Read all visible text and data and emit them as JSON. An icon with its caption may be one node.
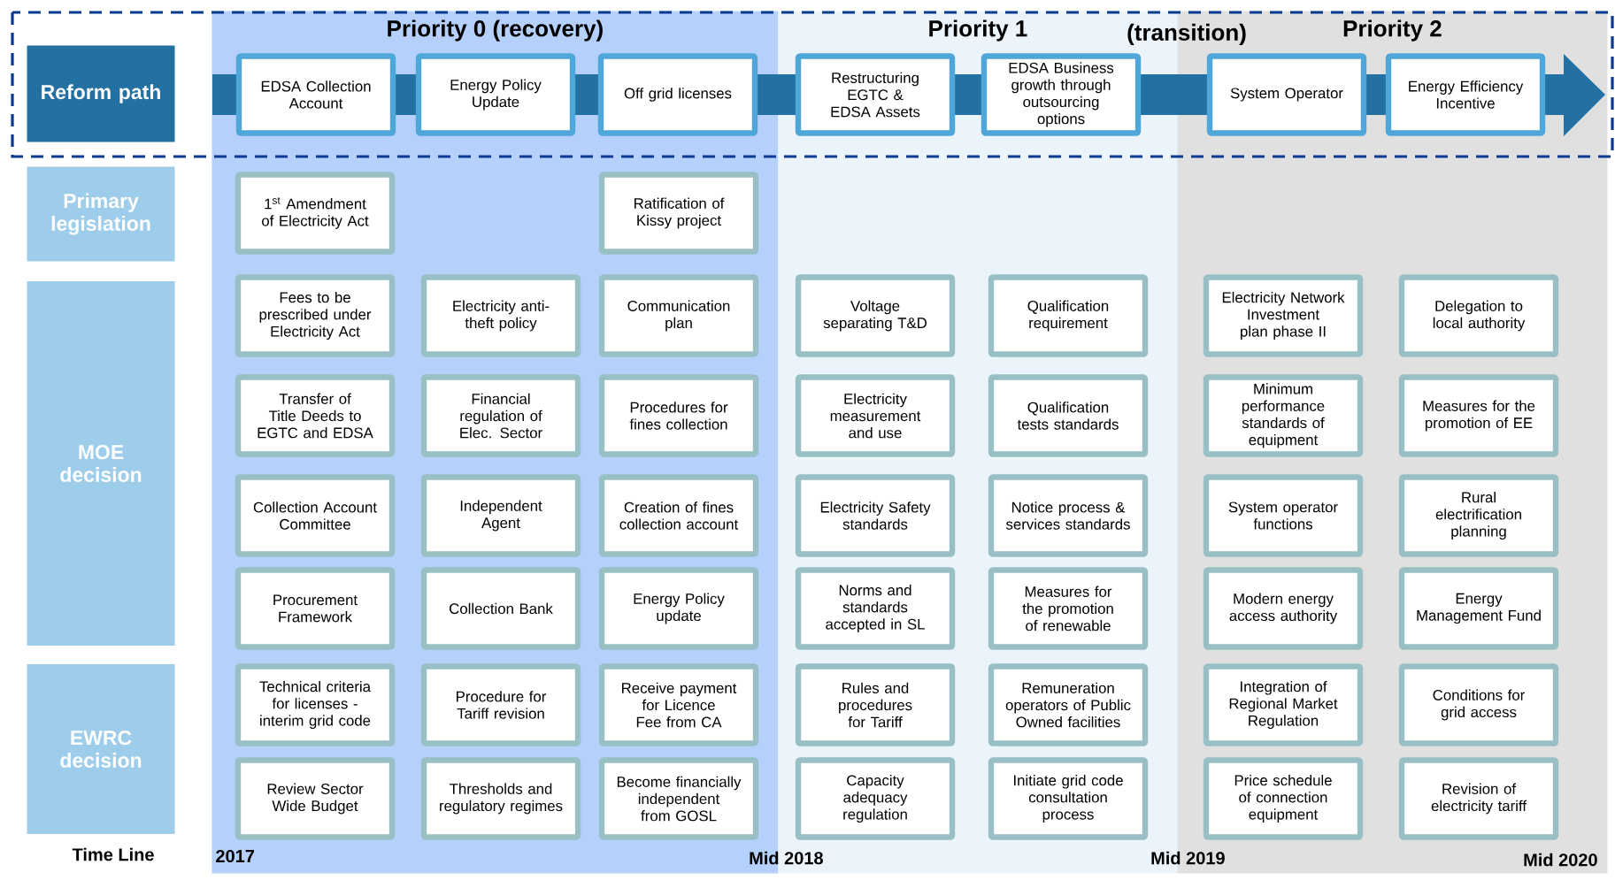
{
  "diagram": {
    "nodes": [
      {
        "text": [
          "Priority 0 (recovery)"
        ]
      },
      {
        "text": [
          "Priority 1"
        ]
      },
      {
        "text": [
          "Priority 2"
        ]
      },
      {
        "text": [
          "Reform path"
        ]
      },
      {
        "text": [
          "Primary legislation"
        ]
      },
      {
        "text": [
          "MOE decision"
        ]
      },
      {
        "text": [
          "EWRC decision"
        ]
      },
      {
        "text": [
          "EDSA Collection Account"
        ],
        "in": 0
      },
      {
        "text": [
          "Energy Policy Update"
        ],
        "in": 0
      },
      {
        "text": [
          "Off grid licenses"
        ],
        "in": 0
      },
      {
        "text": [
          "Restructuring EGTC & EDSA Assets"
        ],
        "in": 1
      },
      {
        "text": [
          "EDSA Business growth through outsourcing options"
        ],
        "in": 1
      },
      {
        "text": [
          "System Operator"
        ],
        "in": 2
      },
      {
        "text": [
          "Energy Efficiency Incentive"
        ],
        "in": 2
      },
      {
        "text": [
          "1$^{st}$ Amendment of Electricity Act"
        ],
        "in": 0
      },
      {
        "text": [
          "Ratification of Kissy project"
        ],
        "in": 0
      },
      {
        "text": [
          "Fees to be prescribed under Electricity Act"
        ],
        "in": 0
      },
      {
        "text": [
          "Electricity anti-theft policy"
        ],
        "in": 0
      },
      {
        "text": [
          "Communication plan"
        ],
        "in": 0
      },
      {
        "text": [
          "Voltage separating T&D"
        ],
        "in": 1
      },
      {
        "text": [
          "Qualification requirement"
        ],
        "in": 1
      },
      {
        "text": [
          "Electricity Network Investment plan phase II"
        ],
        "in": 2
      },
      {
        "text": [
          "Delegation to local authority"
        ],
        "in": 2
      },
      {
        "text": [
          "Transfer of Title Deeds to EGTC and EDSA"
        ],
        "in": 0
      },
      {
        "text": [
          "Financial regulation of Elec. Sector"
        ],
        "in": 0
      },
      {
        "text": [
          "Procedures for fines collection"
        ],
        "in": 0
      },
      {
        "text": [
          "Electricity measurement and use"
        ],
        "in": 1
      },
      {
        "text": [
          "Qualification tests standards"
        ],
        "in": 1
      },
      {
        "text": [
          "Minimum performance standards of equipment"
        ],
        "in": 2
      },
      {
        "text": [
          "Measures for the promotion of EE"
        ],
        "in": 2
      },
      {
        "text": [
          "Collection Account Committee"
        ],
        "in": 0
      },
      {
        "text": [
          "Independent Agent"
        ],
        "in": 0
      },
      {
        "text": [
          "Creation of fines collection account"
        ],
        "in": 0
      },
      {
        "text": [
          "Electricity Safety standards"
        ],
        "in": 1
      },
      {
        "text": [
          "Notice process & services standards"
        ],
        "in": 1
      },
      {
        "text": [
          "System operator functions"
        ],
        "in": 2
      },
      {
        "text": [
          "Rural electrification planning"
        ],
        "in": 2
      },
      {
        "text": [
          "Procurement Framework"
        ],
        "in": 0
      },
      {
        "text": [
          "Collection Bank"
        ],
        "in": 0
      },
      {
        "text": [
          "Energy Policy update"
        ],
        "in": 0
      },
      {
        "text": [
          "Norms and standards accepted in SL"
        ],
        "in": 1
      },
      {
        "text": [
          "Measures for the promotion of renewable"
        ],
        "in": 1
      },
      {
        "text": [
          "Modern energy access authority"
        ],
        "in": 2
      },
      {
        "text": [
          "Energy Management Fund"
        ],
        "in": 2
      },
      {
        "text": [
          "Technical criteria for licenses - interim grid code"
        ],
        "in": 0
      },
      {
        "text": [
          "Procedure for Tariff revision"
        ],
        "in": 0
      },
      {
        "text": [
          "Receive payment for Licence Fee from CA"
        ],
        "in": 0
      },
      {
        "text": [
          "Rules and procedures for Tariff"
        ],
        "in": 1
      },
      {
        "text": [
          "Remuneration operators of Public Owned facilities"
        ],
        "in": 1
      },
      {
        "text": [
          "Integration of Regional Market Regulation"
        ],
        "in": 2
      },
      {
        "text": [
          "Conditions for grid access"
        ],
        "in": 2
      },
      {
        "text": [
          "Review Sector Wide Budget"
        ],
        "in": 0
      },
      {
        "text": [
          "Thresholds and regulatory regimes"
        ],
        "in": 0
      },
      {
        "text": [
          "Become financially independent from GOSL"
        ],
        "in": 0
      },
      {
        "text": [
          "Capacity adequacy regulation"
        ],
        "in": 1
      },
      {
        "text": [
          "Initiate grid code consultation process"
        ],
        "in": 1
      },
      {
        "text": [
          "Price schedule of connection equipment"
        ],
        "in": 2
      },
      {
        "text": [
          "Revision of electricity tariff"
        ],
        "in": 2
      }
    ],
    "labels": [
      "(transition)",
      "Time Line",
      "2017",
      "Mid 2018",
      "Mid  2019",
      "Mid 2020"
    ]
  }
}
